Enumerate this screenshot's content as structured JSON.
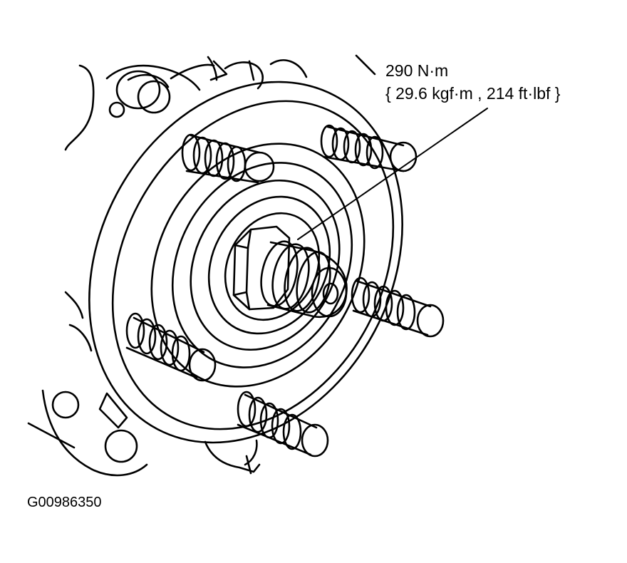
{
  "annotation": {
    "torque_line1": "290 N·m",
    "torque_line2": "{ 29.6 kgf·m , 214 ft·lbf }"
  },
  "figure_id": "G00986350",
  "colors": {
    "ink": "#000000",
    "paper": "#ffffff"
  }
}
